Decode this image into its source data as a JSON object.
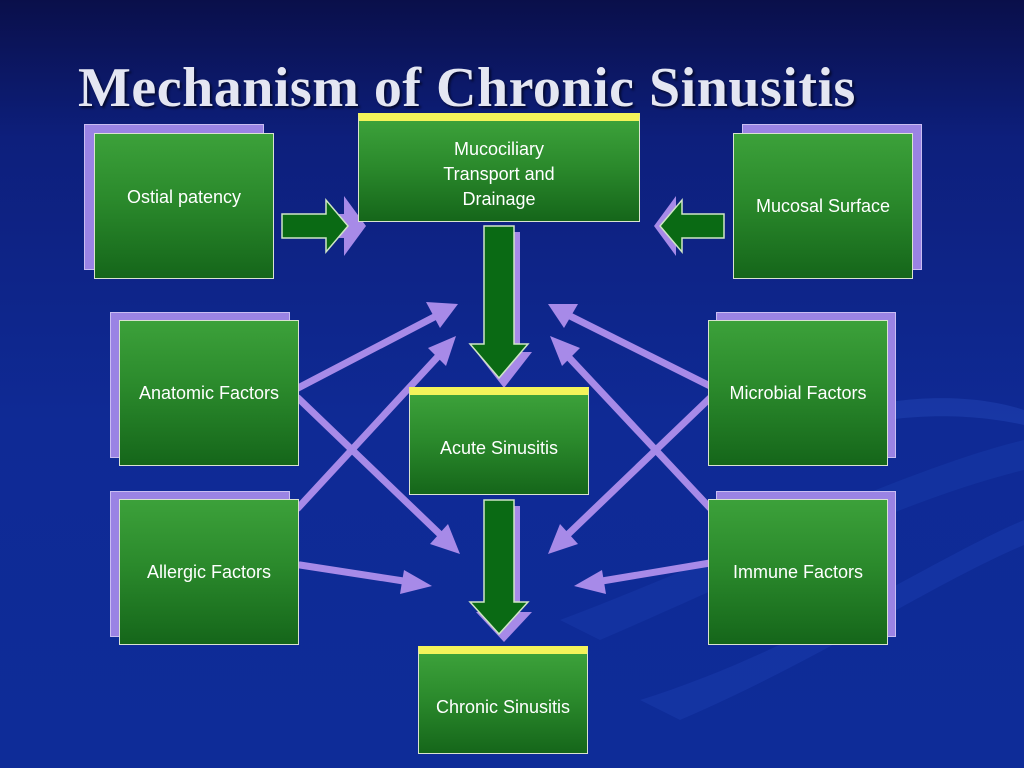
{
  "title": "Mechanism of Chronic Sinusitis",
  "colors": {
    "background": "#0f2a95",
    "box_fill": "#2b8a2c",
    "box_highlight_bar": "#f4f35a",
    "shadow": "#9a83e4",
    "arrow_purple": "#a78ae8",
    "arrow_green": "#0a6a14"
  },
  "nodes": {
    "ostial_patency": "Ostial patency",
    "mucociliary": "Mucociliary\nTransport and\nDrainage",
    "mucosal_surface": "Mucosal Surface",
    "anatomic_factors": "Anatomic Factors",
    "microbial_factors": "Microbial Factors",
    "acute_sinusitis": "Acute Sinusitis",
    "allergic_factors": "Allergic Factors",
    "immune_factors": "Immune Factors",
    "chronic_sinusitis": "Chronic Sinusitis"
  },
  "edges": [
    {
      "from": "Ostial patency",
      "to": "Mucociliary Transport and Drainage"
    },
    {
      "from": "Mucosal Surface",
      "to": "Mucociliary Transport and Drainage"
    },
    {
      "from": "Mucociliary Transport and Drainage",
      "to": "Acute Sinusitis"
    },
    {
      "from": "Acute Sinusitis",
      "to": "Chronic Sinusitis"
    },
    {
      "from": "Anatomic Factors",
      "to": "Acute Sinusitis"
    },
    {
      "from": "Anatomic Factors",
      "to": "Chronic Sinusitis"
    },
    {
      "from": "Allergic Factors",
      "to": "Acute Sinusitis"
    },
    {
      "from": "Allergic Factors",
      "to": "Chronic Sinusitis"
    },
    {
      "from": "Microbial Factors",
      "to": "Acute Sinusitis"
    },
    {
      "from": "Microbial Factors",
      "to": "Chronic Sinusitis"
    },
    {
      "from": "Immune Factors",
      "to": "Acute Sinusitis"
    },
    {
      "from": "Immune Factors",
      "to": "Chronic Sinusitis"
    }
  ]
}
